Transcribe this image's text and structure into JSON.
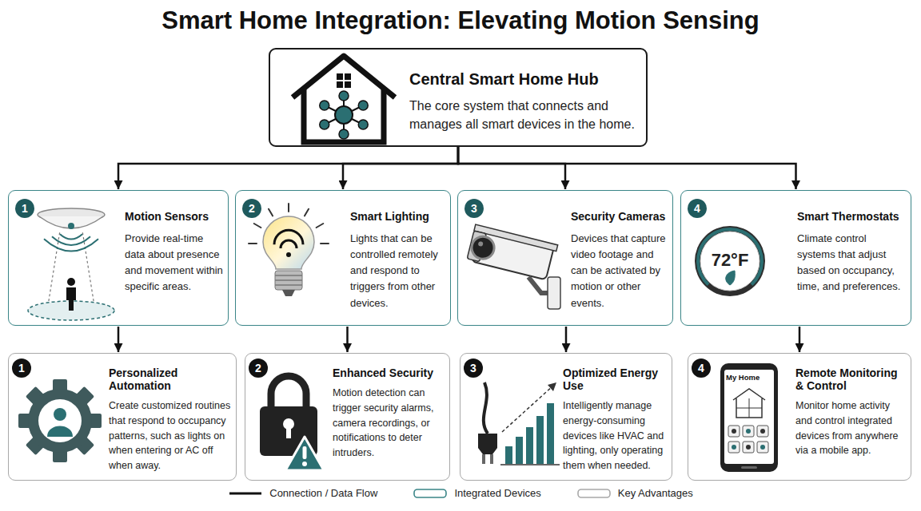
{
  "diagram": {
    "title": "Smart Home Integration: Elevating Motion Sensing",
    "nodes": [
      {
        "text": [
          "Central Smart Home Hub",
          "The core system that connects and manages all smart devices in the home."
        ]
      },
      {
        "text": [
          "Motion Sensors",
          "Provide real-time data about presence and movement within specific areas."
        ]
      },
      {
        "text": [
          "Smart Lighting",
          "Lights that can be controlled remotely and respond to triggers from other devices."
        ]
      },
      {
        "text": [
          "Security Cameras",
          "Devices that capture video footage and can be activated by motion or other events."
        ]
      },
      {
        "text": [
          "Smart Thermostats",
          "Climate control systems that adjust based on occupancy, time, and preferences."
        ]
      },
      {
        "text": [
          "Personalized Automation",
          "Create customized routines that respond to occupancy patterns, such as lights on when entering or AC off when away."
        ]
      },
      {
        "text": [
          "Enhanced Security",
          "Motion detection can trigger security alarms, camera recordings, or notifications to deter intruders."
        ]
      },
      {
        "text": [
          "Optimized Energy Use",
          "Intelligently manage energy-consuming devices like HVAC and lighting, only operating them when needed."
        ]
      },
      {
        "text": [
          "Remote Monitoring & Control",
          "Monitor home activity and control integrated devices from anywhere via a mobile app."
        ]
      }
    ],
    "edges": [
      {
        "from": 0,
        "to": 1,
        "arrow": "to"
      },
      {
        "from": 0,
        "to": 2,
        "arrow": "to"
      },
      {
        "from": 0,
        "to": 3,
        "arrow": "to"
      },
      {
        "from": 0,
        "to": 4,
        "arrow": "to"
      },
      {
        "from": 1,
        "to": 5,
        "arrow": "to"
      },
      {
        "from": 2,
        "to": 6,
        "arrow": "to"
      },
      {
        "from": 3,
        "to": 7,
        "arrow": "to"
      },
      {
        "from": 4,
        "to": 8,
        "arrow": "to"
      }
    ],
    "labels": [
      "1",
      "2",
      "3",
      "4",
      "1",
      "2",
      "3",
      "4",
      "72°F",
      "My Home"
    ],
    "legend": [
      {
        "text": "Connection / Data Flow"
      },
      {
        "text": "Integrated Devices"
      },
      {
        "text": "Key Advantages"
      }
    ]
  }
}
